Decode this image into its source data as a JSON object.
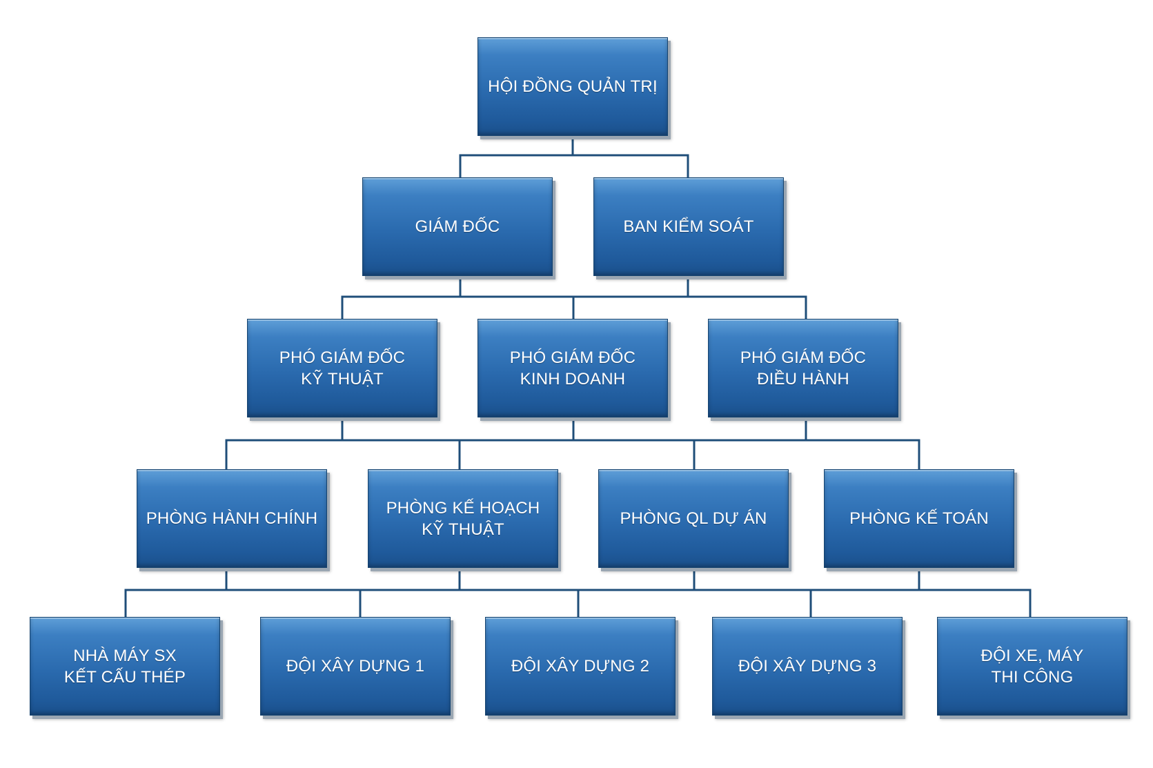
{
  "nodes": {
    "board": "HỘI ĐỒNG QUẢN TRỊ",
    "director": "GIÁM ĐỐC",
    "supervisory": "BAN KIỂM SOÁT",
    "vp_technical": "PHÓ GIÁM ĐỐC\nKỸ THUẬT",
    "vp_business": "PHÓ GIÁM ĐỐC\nKINH DOANH",
    "vp_operations": "PHÓ GIÁM ĐỐC\nĐIỀU HÀNH",
    "dept_admin": "PHÒNG HÀNH CHÍNH",
    "dept_planning": "PHÒNG KẾ HOẠCH\nKỸ THUẬT",
    "dept_project": "PHÒNG QL DỰ ÁN",
    "dept_accounting": "PHÒNG KẾ TOÁN",
    "unit_factory": "NHÀ MÁY SX\nKẾT CẤU THÉP",
    "unit_team1": "ĐỘI XÂY DỰNG 1",
    "unit_team2": "ĐỘI XÂY DỰNG 2",
    "unit_team3": "ĐỘI XÂY DỰNG 3",
    "unit_vehicles": "ĐỘI XE, MÁY\nTHI CÔNG"
  }
}
